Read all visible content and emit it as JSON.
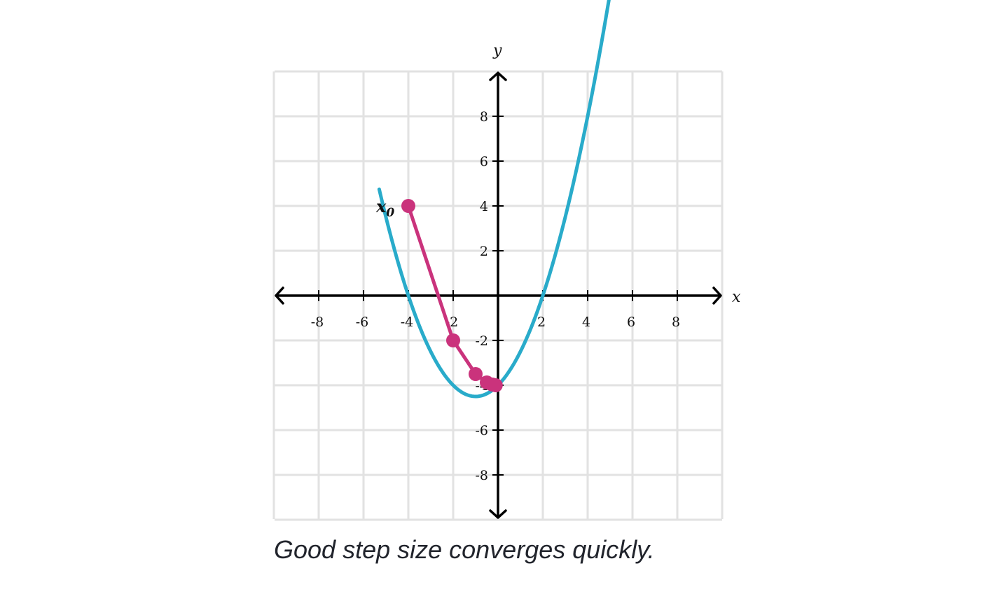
{
  "caption": "Good step size converges quickly.",
  "chart_data": {
    "type": "line",
    "xlabel": "x",
    "ylabel": "y",
    "xlim": [
      -10,
      10
    ],
    "ylim": [
      -10,
      10
    ],
    "grid": true,
    "x_ticks": [
      -8,
      -6,
      -4,
      -2,
      2,
      4,
      6,
      8
    ],
    "y_ticks": [
      -8,
      -6,
      -4,
      -2,
      2,
      4,
      6,
      8
    ],
    "curve": {
      "function": "0.5*x^2 + x - 4",
      "x_range": [
        -5.3,
        5.3
      ],
      "color": "#29abca"
    },
    "path": {
      "color": "#ca337c",
      "points": [
        {
          "x": -4,
          "y": 4
        },
        {
          "x": -2,
          "y": -2
        },
        {
          "x": -1,
          "y": -3.5
        },
        {
          "x": -0.5,
          "y": -3.875
        },
        {
          "x": -0.25,
          "y": -3.97
        },
        {
          "x": -0.1,
          "y": -4
        }
      ],
      "start_label": "x",
      "start_label_sub": "0"
    },
    "colors": {
      "axis": "#000000",
      "grid": "#e2e2e2"
    }
  }
}
